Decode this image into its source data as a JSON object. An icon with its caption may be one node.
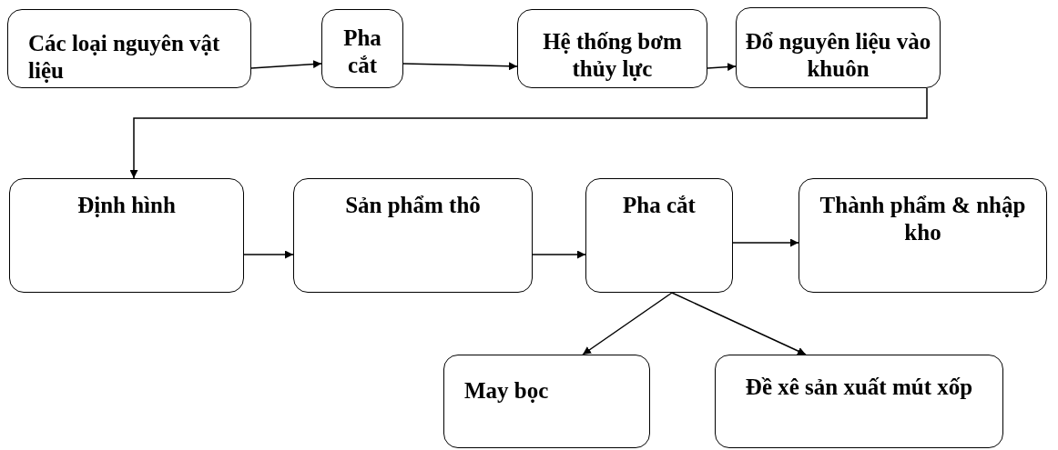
{
  "diagram": {
    "nodes": [
      {
        "text": [
          "Các loại nguyên vật liệu"
        ]
      },
      {
        "text": [
          "Pha cắt"
        ]
      },
      {
        "text": [
          "Hệ thống bơm thủy lực"
        ]
      },
      {
        "text": [
          "Đổ nguyên liệu vào khuôn"
        ]
      },
      {
        "text": [
          "Định hình"
        ]
      },
      {
        "text": [
          "Sản phẩm thô"
        ]
      },
      {
        "text": [
          "Pha cắt"
        ]
      },
      {
        "text": [
          "Thành phẩm & nhập kho"
        ]
      },
      {
        "text": [
          "May bọc"
        ]
      },
      {
        "text": [
          "Đề xê sản xuất mút xốp"
        ]
      }
    ],
    "edges": [
      {
        "from": 0,
        "to": 1,
        "arrow": "to"
      },
      {
        "from": 1,
        "to": 2,
        "arrow": "to"
      },
      {
        "from": 2,
        "to": 3,
        "arrow": "to"
      },
      {
        "from": 3,
        "to": 4,
        "arrow": "to"
      },
      {
        "from": 4,
        "to": 5,
        "arrow": "to"
      },
      {
        "from": 5,
        "to": 6,
        "arrow": "to"
      },
      {
        "from": 6,
        "to": 7,
        "arrow": "to"
      },
      {
        "from": 6,
        "to": 8,
        "arrow": "to"
      },
      {
        "from": 6,
        "to": 9,
        "arrow": "to"
      }
    ]
  }
}
